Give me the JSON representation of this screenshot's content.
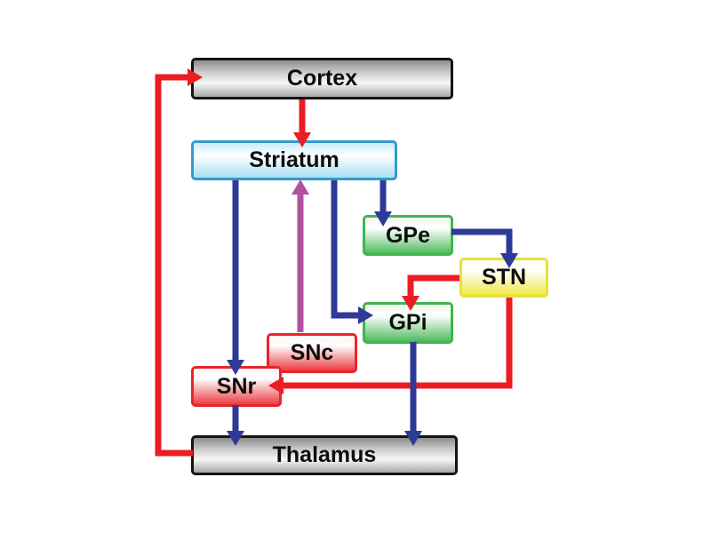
{
  "diagram": {
    "background": "#ffffff",
    "colors": {
      "excitatory": "#ec1c24",
      "inhibitory": "#2e3a97",
      "dopaminergic": "#b4509f"
    },
    "nodes": {
      "cortex": {
        "label": "Cortex"
      },
      "striatum": {
        "label": "Striatum"
      },
      "gpe": {
        "label": "GPe"
      },
      "stn": {
        "label": "STN"
      },
      "gpi": {
        "label": "GPi"
      },
      "snc": {
        "label": "SNc"
      },
      "snr": {
        "label": "SNr"
      },
      "thalamus": {
        "label": "Thalamus"
      }
    },
    "edges": [
      {
        "from": "Cortex",
        "to": "Striatum",
        "type": "excitatory"
      },
      {
        "from": "Thalamus",
        "to": "Cortex",
        "type": "excitatory"
      },
      {
        "from": "STN",
        "to": "GPi",
        "type": "excitatory"
      },
      {
        "from": "STN",
        "to": "SNr",
        "type": "excitatory"
      },
      {
        "from": "SNc",
        "to": "Striatum",
        "type": "dopaminergic"
      },
      {
        "from": "Striatum",
        "to": "SNr",
        "type": "inhibitory"
      },
      {
        "from": "Striatum",
        "to": "GPi",
        "type": "inhibitory"
      },
      {
        "from": "Striatum",
        "to": "GPe",
        "type": "inhibitory"
      },
      {
        "from": "GPe",
        "to": "STN",
        "type": "inhibitory"
      },
      {
        "from": "GPi",
        "to": "Thalamus",
        "type": "inhibitory"
      },
      {
        "from": "SNr",
        "to": "Thalamus",
        "type": "inhibitory"
      }
    ]
  }
}
